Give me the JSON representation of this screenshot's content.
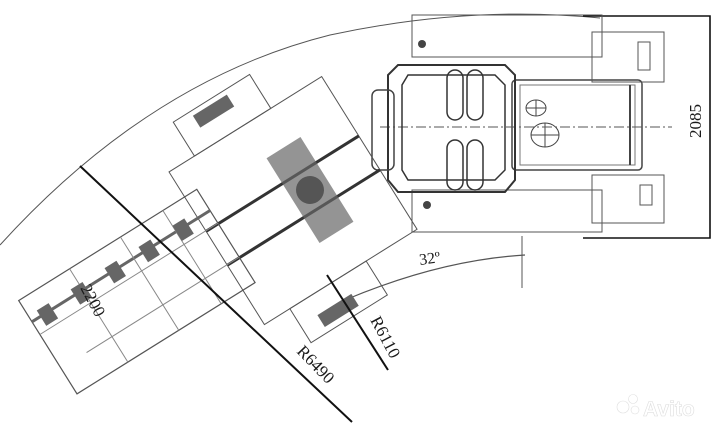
{
  "diagram": {
    "type": "technical-drawing",
    "view": "top view of articulated tractor with rear implement in turning position",
    "dimensions": {
      "width_front": "2085",
      "implement_width": "2200",
      "outer_radius": "R6490",
      "inner_radius": "R6110",
      "articulation_angle": "32º"
    },
    "watermark": {
      "text": "Avito"
    },
    "colors": {
      "background": "#ffffff",
      "line": "#333333",
      "heavy_line": "#111111",
      "fill_dark": "#555555",
      "watermark": "#ffffff"
    }
  }
}
